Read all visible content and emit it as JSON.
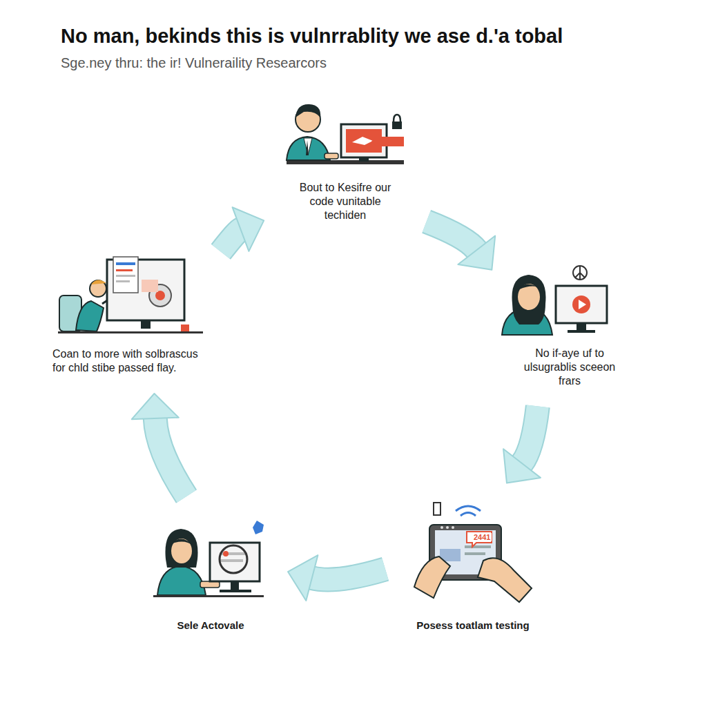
{
  "diagram": {
    "title": "No man, bekinds this is vulnrrablity we ase d.'a tobal",
    "nodes": [
      {
        "text": [
          "Bout to Kesifre our code vunitable techiden"
        ]
      },
      {
        "text": [
          "No if-aye uf to ulsugrablis sceeon frars"
        ]
      },
      {
        "text": [
          "Posess toatlam testing"
        ]
      },
      {
        "text": [
          "Sele Actovale"
        ]
      },
      {
        "text": [
          "Coan to more with solbrascus for chld stibe passed flay."
        ]
      }
    ],
    "edges": [
      {
        "from": 0,
        "to": 1,
        "arrow": "to"
      },
      {
        "from": 1,
        "to": 2,
        "arrow": "to"
      },
      {
        "from": 2,
        "to": 3,
        "arrow": "to"
      },
      {
        "from": 3,
        "to": 4,
        "arrow": "to"
      },
      {
        "from": 4,
        "to": 0,
        "arrow": "to"
      }
    ],
    "labels": [
      "Sge.ney thru: the ir! Vulneraility Researcors",
      "2441"
    ]
  }
}
